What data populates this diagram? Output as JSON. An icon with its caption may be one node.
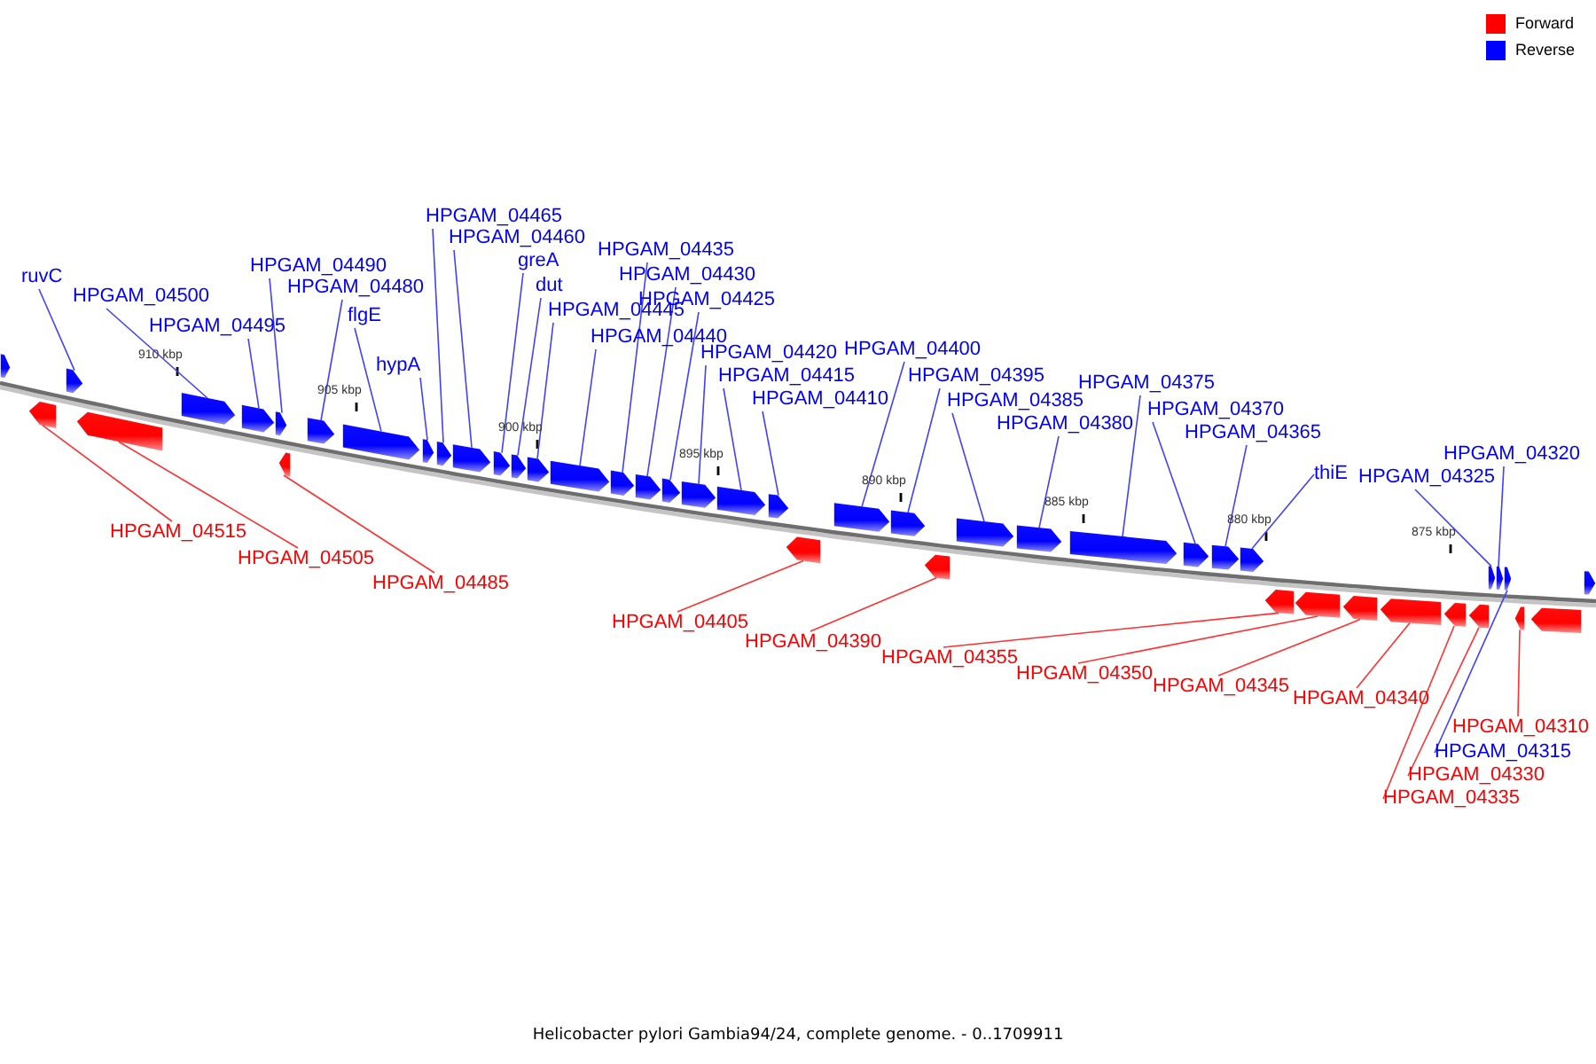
{
  "diagram": {
    "caption": "Helicobacter pylori Gambia94/24, complete genome. - 0..1709911",
    "nodes": [
      {
        "text": [
          "ruvC"
        ]
      },
      {
        "text": [
          "HPGAM_04500"
        ]
      },
      {
        "text": [
          "HPGAM_04495"
        ]
      },
      {
        "text": [
          "HPGAM_04490"
        ]
      },
      {
        "text": [
          "HPGAM_04480"
        ]
      },
      {
        "text": [
          "flgE"
        ]
      },
      {
        "text": [
          "hypA"
        ]
      },
      {
        "text": [
          "HPGAM_04465"
        ]
      },
      {
        "text": [
          "HPGAM_04460"
        ]
      },
      {
        "text": [
          "greA"
        ]
      },
      {
        "text": [
          "dut"
        ]
      },
      {
        "text": [
          "HPGAM_04445"
        ]
      },
      {
        "text": [
          "HPGAM_04440"
        ]
      },
      {
        "text": [
          "HPGAM_04435"
        ]
      },
      {
        "text": [
          "HPGAM_04430"
        ]
      },
      {
        "text": [
          "HPGAM_04425"
        ]
      },
      {
        "text": [
          "HPGAM_04420"
        ]
      },
      {
        "text": [
          "HPGAM_04415"
        ]
      },
      {
        "text": [
          "HPGAM_04410"
        ]
      },
      {
        "text": [
          "HPGAM_04400"
        ]
      },
      {
        "text": [
          "HPGAM_04395"
        ]
      },
      {
        "text": [
          "HPGAM_04385"
        ]
      },
      {
        "text": [
          "HPGAM_04380"
        ]
      },
      {
        "text": [
          "HPGAM_04375"
        ]
      },
      {
        "text": [
          "HPGAM_04370"
        ]
      },
      {
        "text": [
          "HPGAM_04365"
        ]
      },
      {
        "text": [
          "thiE"
        ]
      },
      {
        "text": [
          "HPGAM_04325"
        ]
      },
      {
        "text": [
          "HPGAM_04320"
        ]
      },
      {
        "text": [
          "HPGAM_04515"
        ]
      },
      {
        "text": [
          "HPGAM_04505"
        ]
      },
      {
        "text": [
          "HPGAM_04485"
        ]
      },
      {
        "text": [
          "HPGAM_04405"
        ]
      },
      {
        "text": [
          "HPGAM_04390"
        ]
      },
      {
        "text": [
          "HPGAM_04355"
        ]
      },
      {
        "text": [
          "HPGAM_04350"
        ]
      },
      {
        "text": [
          "HPGAM_04345"
        ]
      },
      {
        "text": [
          "HPGAM_04340"
        ]
      },
      {
        "text": [
          "HPGAM_04310"
        ]
      },
      {
        "text": [
          "HPGAM_04315"
        ]
      },
      {
        "text": [
          "HPGAM_04330"
        ]
      },
      {
        "text": [
          "HPGAM_04335"
        ]
      },
      {
        "text": [],
        "shape": "pentagon"
      },
      {
        "text": [],
        "shape": "pentagon"
      },
      {
        "text": [],
        "shape": "pentagon"
      },
      {
        "text": [],
        "shape": "pentagon"
      },
      {
        "text": [],
        "shape": "pentagon"
      },
      {
        "text": [],
        "shape": "pentagon"
      },
      {
        "text": [],
        "shape": "pentagon"
      },
      {
        "text": [],
        "shape": "pentagon"
      },
      {
        "text": [],
        "shape": "pentagon"
      },
      {
        "text": [],
        "shape": "pentagon"
      },
      {
        "text": [],
        "shape": "pentagon"
      },
      {
        "text": [],
        "shape": "pentagon"
      },
      {
        "text": [],
        "shape": "pentagon"
      },
      {
        "text": [],
        "shape": "pentagon"
      },
      {
        "text": [],
        "shape": "pentagon"
      },
      {
        "text": [],
        "shape": "pentagon"
      },
      {
        "text": [],
        "shape": "pentagon"
      },
      {
        "text": [],
        "shape": "pentagon"
      },
      {
        "text": [],
        "shape": "pentagon"
      },
      {
        "text": [],
        "shape": "pentagon"
      },
      {
        "text": [],
        "shape": "pentagon"
      },
      {
        "text": [],
        "shape": "pentagon"
      },
      {
        "text": [],
        "shape": "pentagon"
      },
      {
        "text": [],
        "shape": "pentagon"
      },
      {
        "text": [],
        "shape": "pentagon"
      },
      {
        "text": [],
        "shape": "pentagon"
      },
      {
        "text": [],
        "shape": "pentagon"
      },
      {
        "text": [],
        "shape": "pentagon"
      },
      {
        "text": [],
        "shape": "pentagon"
      },
      {
        "text": [],
        "shape": "pentagon"
      },
      {
        "text": [],
        "shape": "pentagon"
      },
      {
        "text": [],
        "shape": "pentagon"
      },
      {
        "text": [],
        "shape": "pentagon"
      },
      {
        "text": [],
        "shape": "pentagon"
      },
      {
        "text": [],
        "shape": "pentagon"
      },
      {
        "text": [],
        "shape": "pentagon"
      },
      {
        "text": [],
        "shape": "pentagon"
      },
      {
        "text": [],
        "shape": "pentagon"
      },
      {
        "text": [],
        "shape": "pentagon"
      },
      {
        "text": [],
        "shape": "pentagon"
      },
      {
        "text": [],
        "shape": "pentagon"
      },
      {
        "text": [],
        "shape": "pentagon"
      },
      {
        "text": [],
        "shape": "pentagon"
      },
      {
        "text": [],
        "shape": "pentagon"
      },
      {
        "text": [],
        "shape": "pentagon"
      }
    ],
    "edges": [
      {
        "from": 0,
        "to": 43,
        "arrow": "none"
      },
      {
        "from": 1,
        "to": 44,
        "arrow": "none"
      },
      {
        "from": 2,
        "to": 45,
        "arrow": "none"
      },
      {
        "from": 3,
        "to": 46,
        "arrow": "none"
      },
      {
        "from": 4,
        "to": 47,
        "arrow": "none"
      },
      {
        "from": 5,
        "to": 48,
        "arrow": "none"
      },
      {
        "from": 6,
        "to": 49,
        "arrow": "none"
      },
      {
        "from": 7,
        "to": 50,
        "arrow": "none"
      },
      {
        "from": 8,
        "to": 51,
        "arrow": "none"
      },
      {
        "from": 9,
        "to": 52,
        "arrow": "none"
      },
      {
        "from": 10,
        "to": 53,
        "arrow": "none"
      },
      {
        "from": 11,
        "to": 54,
        "arrow": "none"
      },
      {
        "from": 12,
        "to": 55,
        "arrow": "none"
      },
      {
        "from": 13,
        "to": 56,
        "arrow": "none"
      },
      {
        "from": 14,
        "to": 57,
        "arrow": "none"
      },
      {
        "from": 15,
        "to": 58,
        "arrow": "none"
      },
      {
        "from": 16,
        "to": 59,
        "arrow": "none"
      },
      {
        "from": 17,
        "to": 60,
        "arrow": "none"
      },
      {
        "from": 18,
        "to": 61,
        "arrow": "none"
      },
      {
        "from": 19,
        "to": 62,
        "arrow": "none"
      },
      {
        "from": 20,
        "to": 63,
        "arrow": "none"
      },
      {
        "from": 21,
        "to": 64,
        "arrow": "none"
      },
      {
        "from": 22,
        "to": 65,
        "arrow": "none"
      },
      {
        "from": 23,
        "to": 66,
        "arrow": "none"
      },
      {
        "from": 24,
        "to": 67,
        "arrow": "none"
      },
      {
        "from": 25,
        "to": 68,
        "arrow": "none"
      },
      {
        "from": 26,
        "to": 69,
        "arrow": "none"
      },
      {
        "from": 27,
        "to": 70,
        "arrow": "none"
      },
      {
        "from": 28,
        "to": 71,
        "arrow": "none"
      },
      {
        "from": 29,
        "to": 74,
        "arrow": "none",
        "color": "#ff3030"
      },
      {
        "from": 30,
        "to": 75,
        "arrow": "none",
        "color": "#ff3030"
      },
      {
        "from": 31,
        "to": 76,
        "arrow": "none",
        "color": "#ff3030"
      },
      {
        "from": 32,
        "to": 77,
        "arrow": "none",
        "color": "#ff3030"
      },
      {
        "from": 33,
        "to": 78,
        "arrow": "none",
        "color": "#ff3030"
      },
      {
        "from": 34,
        "to": 79,
        "arrow": "none",
        "color": "#ff3030"
      },
      {
        "from": 35,
        "to": 80,
        "arrow": "none",
        "color": "#ff3030"
      },
      {
        "from": 36,
        "to": 81,
        "arrow": "none",
        "color": "#ff3030"
      },
      {
        "from": 37,
        "to": 82,
        "arrow": "none",
        "color": "#ff3030"
      },
      {
        "from": 38,
        "to": 85,
        "arrow": "none",
        "color": "#ff3030"
      },
      {
        "from": 39,
        "to": 72,
        "arrow": "none"
      },
      {
        "from": 40,
        "to": 84,
        "arrow": "none",
        "color": "#ff3030"
      },
      {
        "from": 41,
        "to": 83,
        "arrow": "none",
        "color": "#ff3030"
      }
    ],
    "labels": [
      "910 kbp",
      "905 kbp",
      "900 kbp",
      "895 kbp",
      "890 kbp",
      "885 kbp",
      "880 kbp",
      "875 kbp"
    ],
    "legend": [
      {
        "text": "Forward",
        "color": "#ff0000"
      },
      {
        "text": "Reverse",
        "color": "#0000ff"
      }
    ]
  }
}
